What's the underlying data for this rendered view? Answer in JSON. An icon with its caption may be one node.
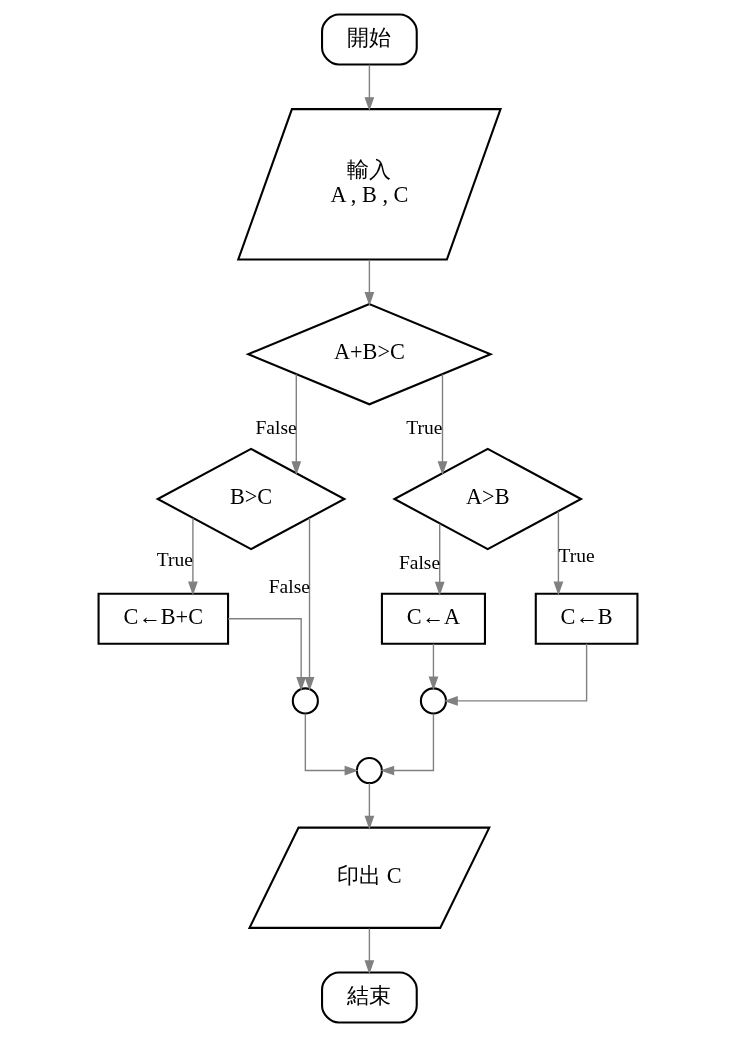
{
  "diagram": {
    "nodes": [
      {
        "text": [
          "開始"
        ]
      },
      {
        "text": [
          "輸入",
          "A , B , C"
        ]
      },
      {
        "text": [
          "A+B>C"
        ]
      },
      {
        "text": [
          "B>C"
        ]
      },
      {
        "text": [
          "A>B"
        ]
      },
      {
        "text": [
          "C←B+C"
        ]
      },
      {
        "text": [
          "C←A"
        ]
      },
      {
        "text": [
          "C←B"
        ]
      },
      {
        "text": [],
        "shape": "circle"
      },
      {
        "text": [],
        "shape": "circle"
      },
      {
        "text": [],
        "shape": "circle"
      },
      {
        "text": [
          "印出 C"
        ]
      },
      {
        "text": [
          "結束"
        ]
      }
    ],
    "edges": [
      {
        "from": 0,
        "to": 1,
        "arrow": "to"
      },
      {
        "from": 1,
        "to": 2,
        "arrow": "to"
      },
      {
        "from": 2,
        "to": 3,
        "arrow": "to",
        "label": "False"
      },
      {
        "from": 2,
        "to": 4,
        "arrow": "to",
        "label": "True"
      },
      {
        "from": 3,
        "to": 5,
        "arrow": "to",
        "label": "True"
      },
      {
        "from": 3,
        "to": 8,
        "arrow": "to",
        "label": "False"
      },
      {
        "from": 4,
        "to": 6,
        "arrow": "to",
        "label": "False"
      },
      {
        "from": 4,
        "to": 7,
        "arrow": "to",
        "label": "True"
      },
      {
        "from": 5,
        "to": 8,
        "arrow": "to"
      },
      {
        "from": 6,
        "to": 9,
        "arrow": "to"
      },
      {
        "from": 7,
        "to": 9,
        "arrow": "to"
      },
      {
        "from": 8,
        "to": 10,
        "arrow": "to"
      },
      {
        "from": 9,
        "to": 10,
        "arrow": "to"
      },
      {
        "from": 10,
        "to": 11,
        "arrow": "to"
      },
      {
        "from": 11,
        "to": 12,
        "arrow": "to"
      }
    ]
  }
}
